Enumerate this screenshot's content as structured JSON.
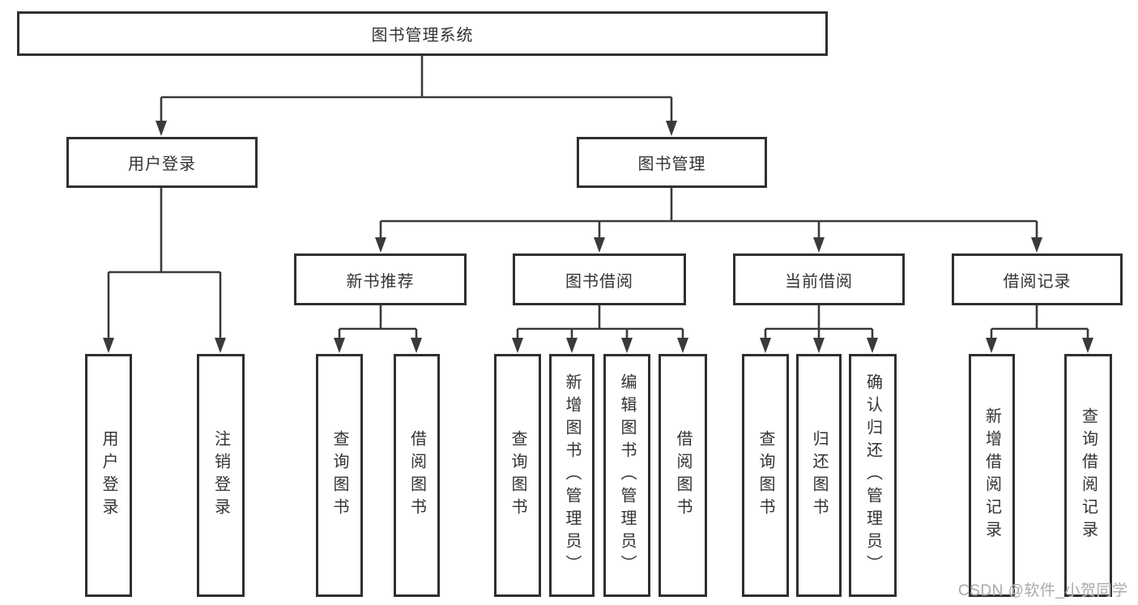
{
  "diagram": {
    "root": {
      "label": "图书管理系统"
    },
    "level2": [
      {
        "label": "用户登录"
      },
      {
        "label": "图书管理"
      }
    ],
    "level3": [
      {
        "label": "新书推荐"
      },
      {
        "label": "图书借阅"
      },
      {
        "label": "当前借阅"
      },
      {
        "label": "借阅记录"
      }
    ],
    "leaves": {
      "user": [
        "用户登录",
        "注销登录"
      ],
      "newbook": [
        "查询图书",
        "借阅图书"
      ],
      "borrow": [
        "查询图书",
        "新增图书（管理员）",
        "编辑图书（管理员）",
        "借阅图书"
      ],
      "current": [
        "查询图书",
        "归还图书",
        "确认归还（管理员）"
      ],
      "records": [
        "新增借阅记录",
        "查询借阅记录"
      ]
    }
  },
  "watermark": "CSDN @软件_小贺同学",
  "colors": {
    "line": "#3a3a3a",
    "border": "#2f2f2f",
    "text": "#333333",
    "watermark": "#a9a9ab",
    "background": "#ffffff"
  }
}
